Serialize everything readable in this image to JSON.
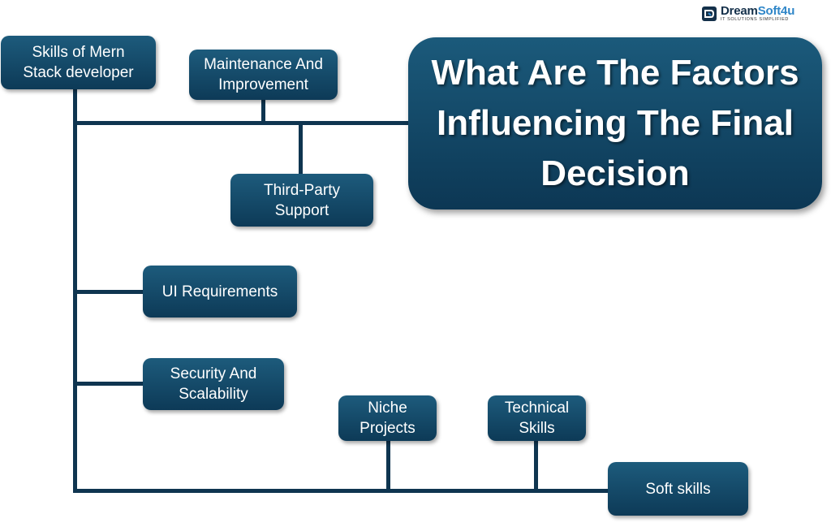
{
  "logo": {
    "brand_part1": "Dream",
    "brand_part2": "Soft4u",
    "tagline": "IT SOLUTIONS SIMPLIFIED"
  },
  "title": "What Are The Factors\nInfluencing The Final\nDecision",
  "nodes": {
    "skills_mern": "Skills of Mern\nStack developer",
    "maintenance": "Maintenance And\nImprovement",
    "third_party": "Third-Party\nSupport",
    "ui_requirements": "UI Requirements",
    "security": "Security And\nScalability",
    "niche_projects": "Niche\nProjects",
    "technical_skills": "Technical\nSkills",
    "soft_skills": "Soft skills"
  },
  "colors": {
    "node": "#0d3a57",
    "connector": "#0f3550",
    "text": "#ffffff"
  }
}
